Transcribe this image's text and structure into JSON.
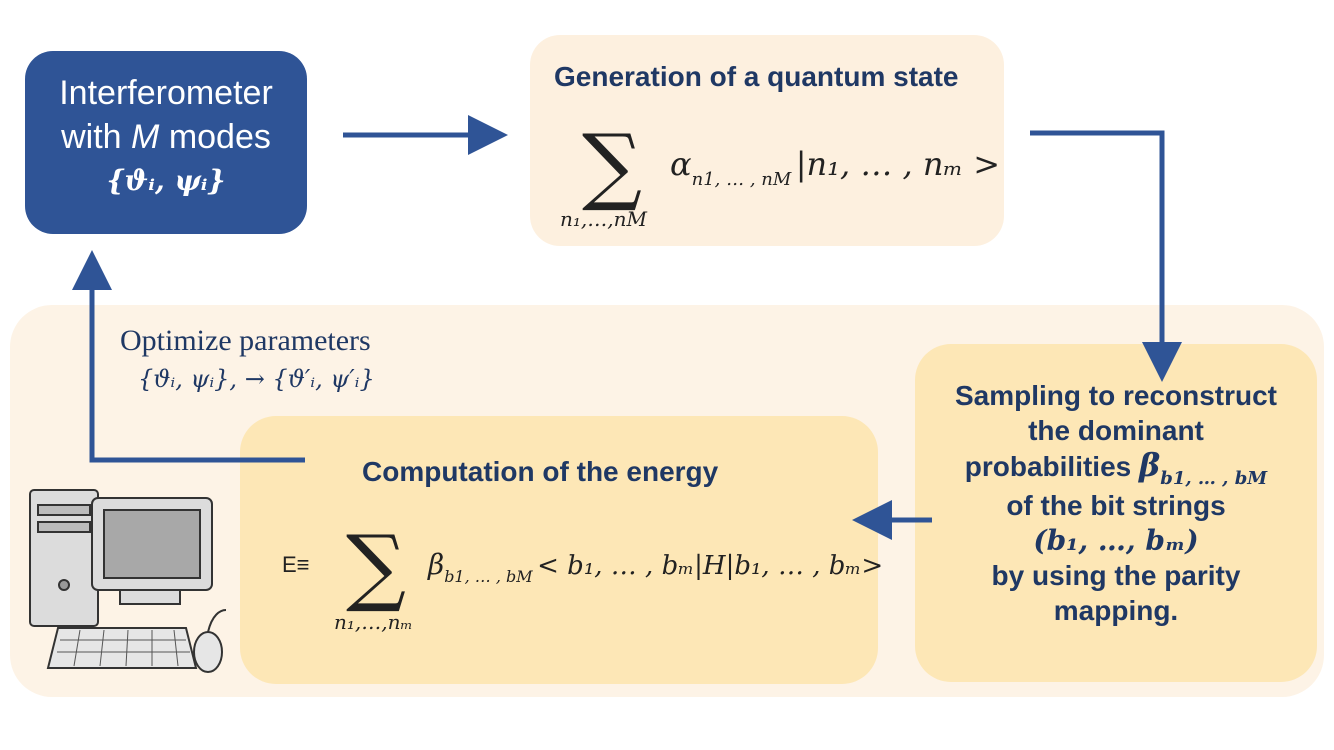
{
  "interferometer": {
    "line1": "Interferometer",
    "line2_pre": "with ",
    "line2_var": "M",
    "line2_post": " modes",
    "params": "{ϑᵢ, ψᵢ}"
  },
  "generation": {
    "title": "Generation of a quantum state",
    "state_coeff": "α",
    "state_coeff_sub": "n1, … , nM",
    "state_ket": "|n₁, … , nₘ >",
    "sum_sub": "n₁,…,nM"
  },
  "sampling": {
    "lines": [
      "Sampling to reconstruct",
      "the dominant",
      "probabilities",
      "of the bit strings",
      "(b₁, …, bₘ)",
      "by using the parity",
      "mapping."
    ],
    "beta": "β",
    "beta_sub": "b1, … , bM"
  },
  "optimize": {
    "label": "Optimize parameters",
    "mapping": "{ϑᵢ, ψᵢ},  → {ϑ′ᵢ, ψ′ᵢ}"
  },
  "energy": {
    "title": "Computation of the energy",
    "prefix": "E≡",
    "sum_sub": "n₁,…,nₘ",
    "beta": "β",
    "beta_sub": "b1, … , bM",
    "bra_ket": "< b₁, … , bₘ|H|b₁, … , bₘ>"
  },
  "colors": {
    "arrow": "#2f5496",
    "text_dark": "#1f3864",
    "interferometer_fill": "#2f5496",
    "panel_bg": "#fdf3e6",
    "box_fill": "#fde7b6"
  }
}
